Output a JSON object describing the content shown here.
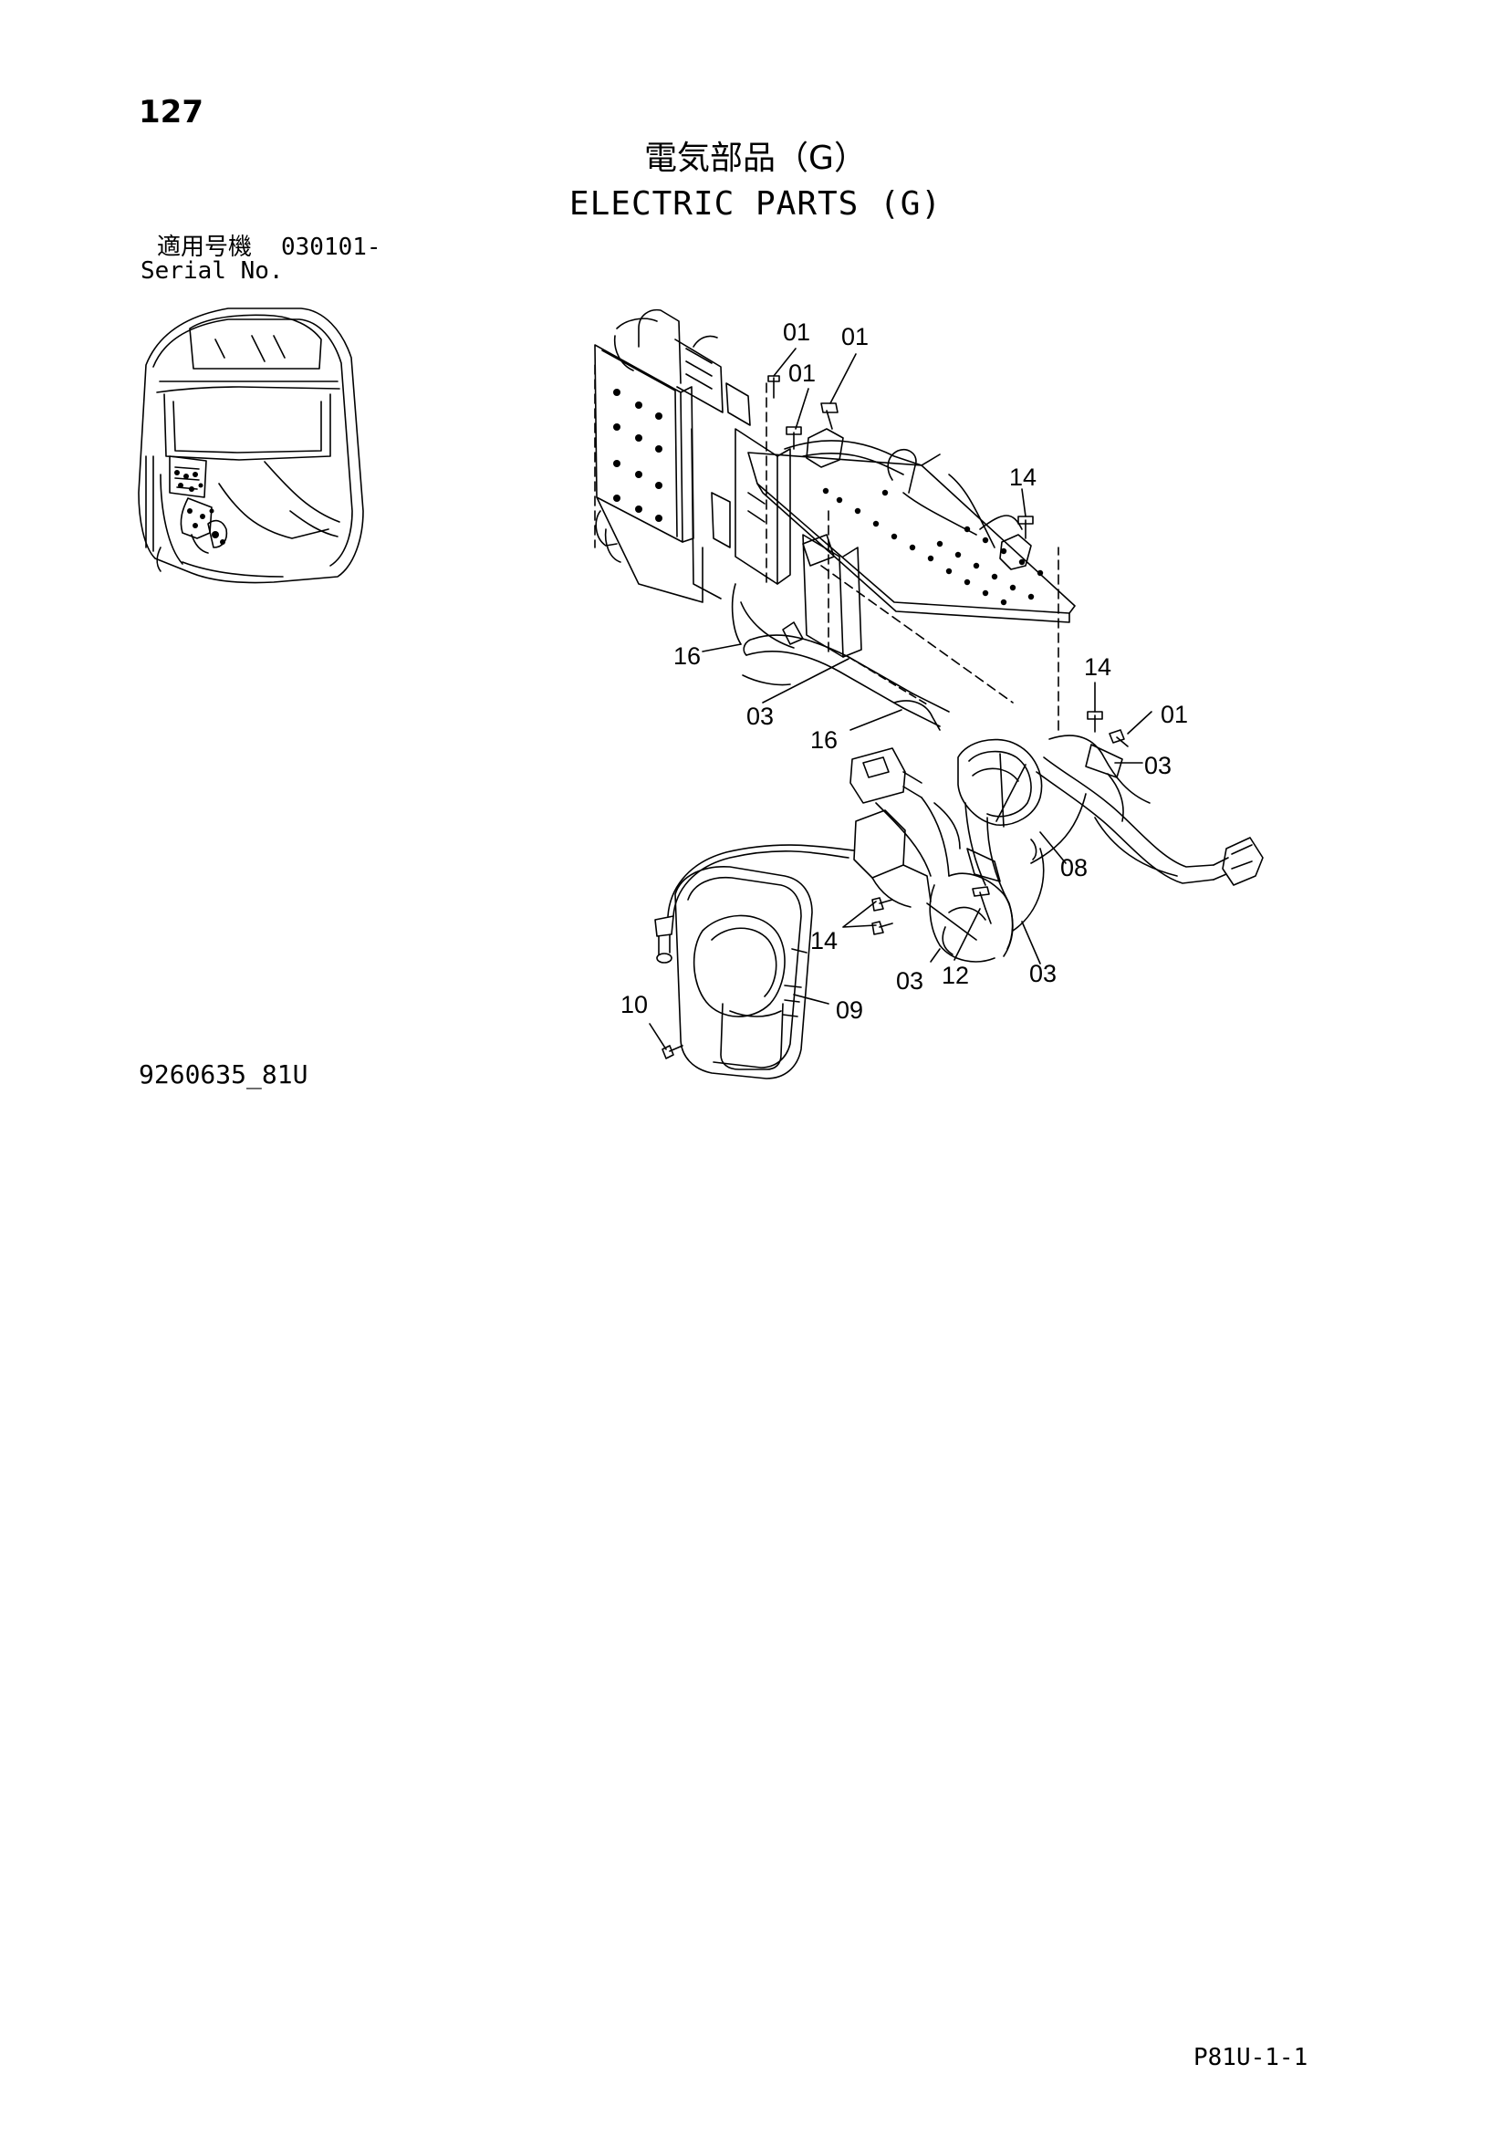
{
  "header": {
    "page_number": "127",
    "title_ja": "電気部品（G）",
    "title_en": "ELECTRIC PARTS (G)"
  },
  "serial": {
    "label_ja": "適用号機",
    "label_en": "Serial No.",
    "number": "030101-"
  },
  "footer": {
    "drawing_number": "9260635_81U",
    "page_code": "P81U-1-1"
  },
  "callouts": [
    "01",
    "01",
    "01",
    "01",
    "14",
    "14",
    "14",
    "16",
    "16",
    "03",
    "03",
    "03",
    "03",
    "08",
    "09",
    "10",
    "12"
  ]
}
